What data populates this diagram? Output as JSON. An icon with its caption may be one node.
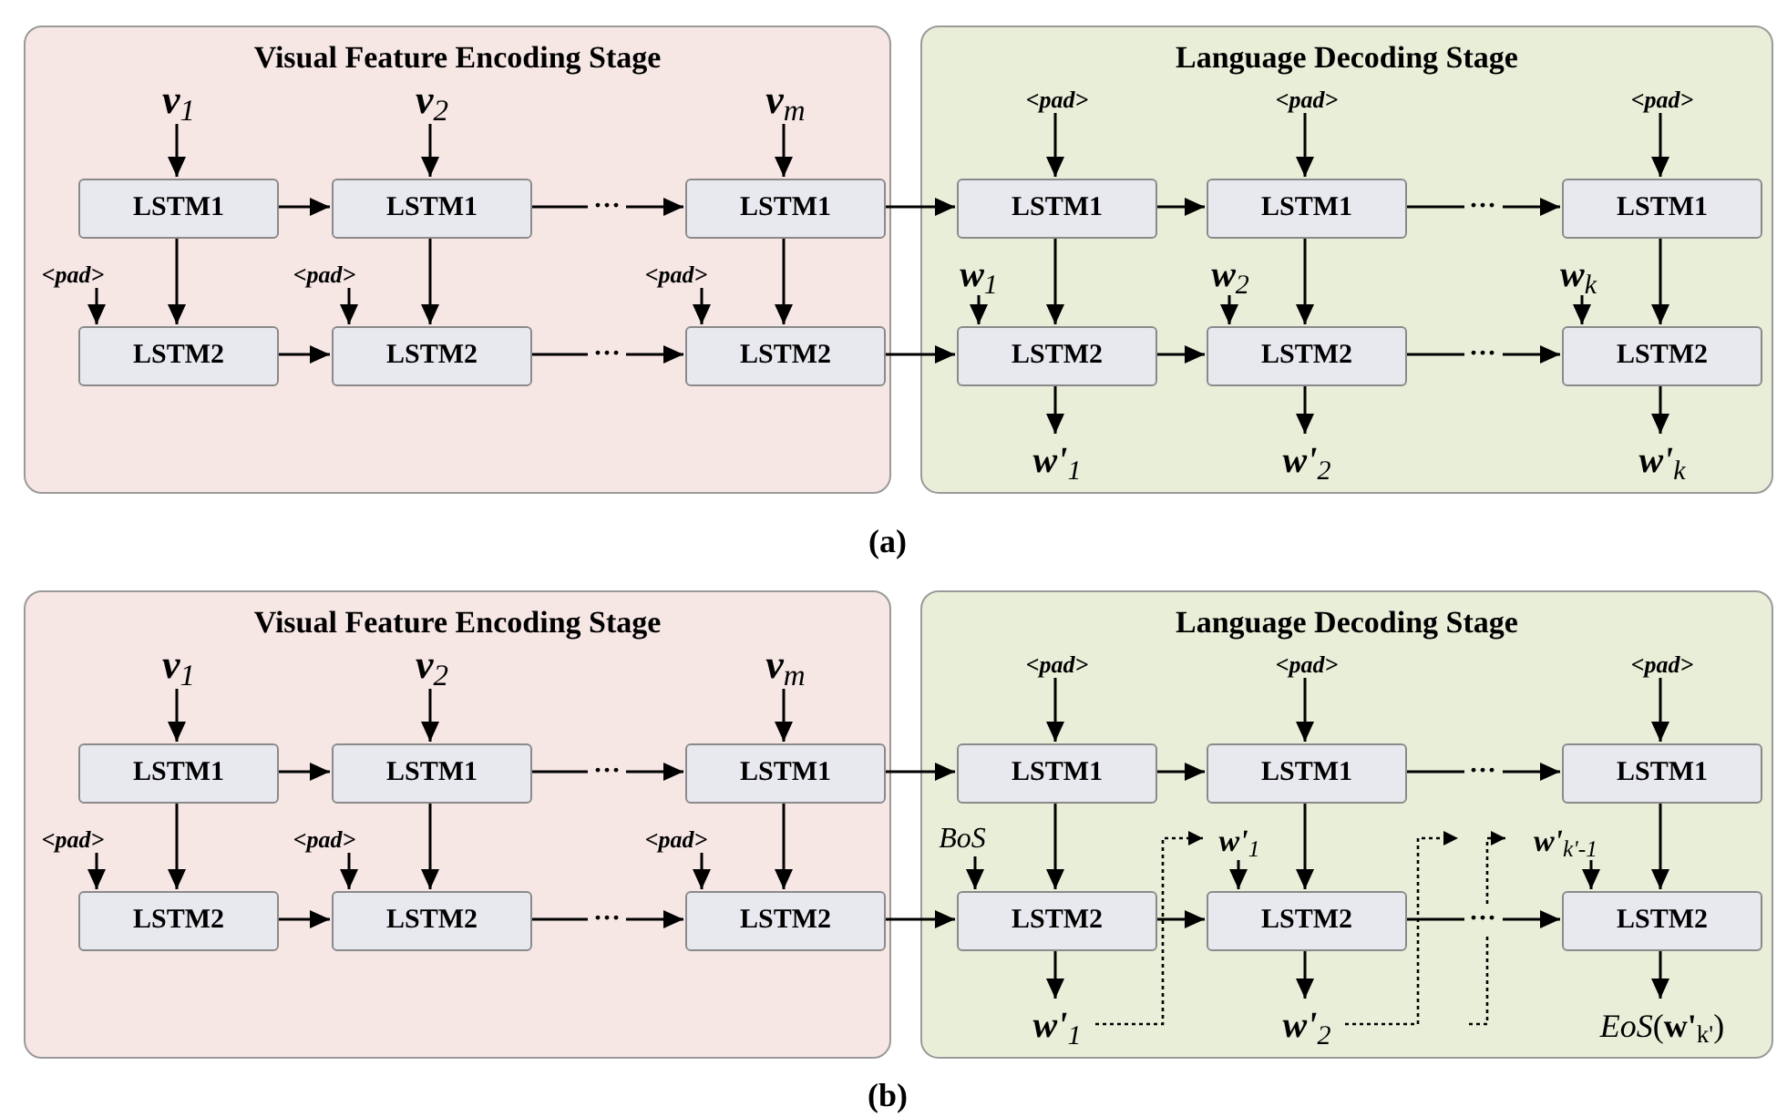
{
  "diagram": {
    "nodes": [
      {
        "text": [
          "Visual Feature Encoding Stage"
        ]
      },
      {
        "text": [
          "**v**$_{1}$"
        ],
        "in": 0
      },
      {
        "text": [
          "**v**$_{2}$"
        ],
        "in": 0
      },
      {
        "text": [
          "**v**$_{m}$"
        ],
        "in": 0
      },
      {
        "text": [
          "LSTM1"
        ],
        "in": 0
      },
      {
        "text": [
          "LSTM1"
        ],
        "in": 0
      },
      {
        "text": [
          "LSTM1"
        ],
        "in": 0
      },
      {
        "text": [
          "<pad>"
        ],
        "in": 0
      },
      {
        "text": [
          "<pad>"
        ],
        "in": 0
      },
      {
        "text": [
          "<pad>"
        ],
        "in": 0
      },
      {
        "text": [
          "LSTM2"
        ],
        "in": 0
      },
      {
        "text": [
          "LSTM2"
        ],
        "in": 0
      },
      {
        "text": [
          "LSTM2"
        ],
        "in": 0
      },
      {
        "text": [
          "Language Decoding Stage"
        ]
      },
      {
        "text": [
          "<pad>"
        ],
        "in": 13
      },
      {
        "text": [
          "<pad>"
        ],
        "in": 13
      },
      {
        "text": [
          "<pad>"
        ],
        "in": 13
      },
      {
        "text": [
          "LSTM1"
        ],
        "in": 13
      },
      {
        "text": [
          "LSTM1"
        ],
        "in": 13
      },
      {
        "text": [
          "LSTM1"
        ],
        "in": 13
      },
      {
        "text": [
          "**w**$_{1}$"
        ],
        "in": 13
      },
      {
        "text": [
          "**w**$_{2}$"
        ],
        "in": 13
      },
      {
        "text": [
          "**w**$_{k}$"
        ],
        "in": 13
      },
      {
        "text": [
          "LSTM2"
        ],
        "in": 13
      },
      {
        "text": [
          "LSTM2"
        ],
        "in": 13
      },
      {
        "text": [
          "LSTM2"
        ],
        "in": 13
      },
      {
        "text": [
          "**w'**$_{1}$"
        ],
        "in": 13
      },
      {
        "text": [
          "**w'**$_{2}$"
        ],
        "in": 13
      },
      {
        "text": [
          "**w'**$_{k}$"
        ],
        "in": 13
      },
      {
        "text": [
          "Visual Feature Encoding Stage"
        ]
      },
      {
        "text": [
          "**v**$_{1}$"
        ],
        "in": 29
      },
      {
        "text": [
          "**v**$_{2}$"
        ],
        "in": 29
      },
      {
        "text": [
          "**v**$_{m}$"
        ],
        "in": 29
      },
      {
        "text": [
          "LSTM1"
        ],
        "in": 29
      },
      {
        "text": [
          "LSTM1"
        ],
        "in": 29
      },
      {
        "text": [
          "LSTM1"
        ],
        "in": 29
      },
      {
        "text": [
          "<pad>"
        ],
        "in": 29
      },
      {
        "text": [
          "<pad>"
        ],
        "in": 29
      },
      {
        "text": [
          "<pad>"
        ],
        "in": 29
      },
      {
        "text": [
          "LSTM2"
        ],
        "in": 29
      },
      {
        "text": [
          "LSTM2"
        ],
        "in": 29
      },
      {
        "text": [
          "LSTM2"
        ],
        "in": 29
      },
      {
        "text": [
          "Language Decoding Stage"
        ]
      },
      {
        "text": [
          "<pad>"
        ],
        "in": 42
      },
      {
        "text": [
          "<pad>"
        ],
        "in": 42
      },
      {
        "text": [
          "<pad>"
        ],
        "in": 42
      },
      {
        "text": [
          "LSTM1"
        ],
        "in": 42
      },
      {
        "text": [
          "LSTM1"
        ],
        "in": 42
      },
      {
        "text": [
          "LSTM1"
        ],
        "in": 42
      },
      {
        "text": [
          "BoS"
        ],
        "in": 42
      },
      {
        "text": [
          "**w'**$_{1}$"
        ],
        "in": 42
      },
      {
        "text": [
          "**w'**$_{k'-1}$"
        ],
        "in": 42
      },
      {
        "text": [
          "LSTM2"
        ],
        "in": 42
      },
      {
        "text": [
          "LSTM2"
        ],
        "in": 42
      },
      {
        "text": [
          "LSTM2"
        ],
        "in": 42
      },
      {
        "text": [
          "**w'**$_{1}$"
        ],
        "in": 42
      },
      {
        "text": [
          "**w'**$_{2}$"
        ],
        "in": 42
      },
      {
        "text": [
          "*EoS*(**w'**$_{k'}$)"
        ],
        "in": 42
      }
    ],
    "edges": [
      {
        "from": 1,
        "to": 4,
        "arrow": "to"
      },
      {
        "from": 2,
        "to": 5,
        "arrow": "to"
      },
      {
        "from": 3,
        "to": 6,
        "arrow": "to"
      },
      {
        "from": 4,
        "to": 5,
        "arrow": "to"
      },
      {
        "from": 5,
        "to": 6,
        "arrow": "to",
        "label": "···"
      },
      {
        "from": 4,
        "to": 10,
        "arrow": "to"
      },
      {
        "from": 5,
        "to": 11,
        "arrow": "to"
      },
      {
        "from": 6,
        "to": 12,
        "arrow": "to"
      },
      {
        "from": 7,
        "to": 10,
        "arrow": "to"
      },
      {
        "from": 8,
        "to": 11,
        "arrow": "to"
      },
      {
        "from": 9,
        "to": 12,
        "arrow": "to"
      },
      {
        "from": 10,
        "to": 11,
        "arrow": "to"
      },
      {
        "from": 11,
        "to": 12,
        "arrow": "to",
        "label": "···"
      },
      {
        "from": 6,
        "to": 17,
        "arrow": "to"
      },
      {
        "from": 12,
        "to": 23,
        "arrow": "to"
      },
      {
        "from": 14,
        "to": 17,
        "arrow": "to"
      },
      {
        "from": 15,
        "to": 18,
        "arrow": "to"
      },
      {
        "from": 16,
        "to": 19,
        "arrow": "to"
      },
      {
        "from": 17,
        "to": 18,
        "arrow": "to"
      },
      {
        "from": 18,
        "to": 19,
        "arrow": "to",
        "label": "···"
      },
      {
        "from": 17,
        "to": 23,
        "arrow": "to"
      },
      {
        "from": 18,
        "to": 24,
        "arrow": "to"
      },
      {
        "from": 19,
        "to": 25,
        "arrow": "to"
      },
      {
        "from": 20,
        "to": 23,
        "arrow": "to"
      },
      {
        "from": 21,
        "to": 24,
        "arrow": "to"
      },
      {
        "from": 22,
        "to": 25,
        "arrow": "to"
      },
      {
        "from": 23,
        "to": 24,
        "arrow": "to"
      },
      {
        "from": 24,
        "to": 25,
        "arrow": "to",
        "label": "···"
      },
      {
        "from": 23,
        "to": 26,
        "arrow": "to"
      },
      {
        "from": 24,
        "to": 27,
        "arrow": "to"
      },
      {
        "from": 25,
        "to": 28,
        "arrow": "to"
      },
      {
        "from": 30,
        "to": 33,
        "arrow": "to"
      },
      {
        "from": 31,
        "to": 34,
        "arrow": "to"
      },
      {
        "from": 32,
        "to": 35,
        "arrow": "to"
      },
      {
        "from": 33,
        "to": 34,
        "arrow": "to"
      },
      {
        "from": 34,
        "to": 35,
        "arrow": "to",
        "label": "···"
      },
      {
        "from": 33,
        "to": 39,
        "arrow": "to"
      },
      {
        "from": 34,
        "to": 40,
        "arrow": "to"
      },
      {
        "from": 35,
        "to": 41,
        "arrow": "to"
      },
      {
        "from": 36,
        "to": 39,
        "arrow": "to"
      },
      {
        "from": 37,
        "to": 40,
        "arrow": "to"
      },
      {
        "from": 38,
        "to": 41,
        "arrow": "to"
      },
      {
        "from": 39,
        "to": 40,
        "arrow": "to"
      },
      {
        "from": 40,
        "to": 41,
        "arrow": "to",
        "label": "···"
      },
      {
        "from": 35,
        "to": 46,
        "arrow": "to"
      },
      {
        "from": 41,
        "to": 52,
        "arrow": "to"
      },
      {
        "from": 43,
        "to": 46,
        "arrow": "to"
      },
      {
        "from": 44,
        "to": 47,
        "arrow": "to"
      },
      {
        "from": 45,
        "to": 48,
        "arrow": "to"
      },
      {
        "from": 46,
        "to": 47,
        "arrow": "to"
      },
      {
        "from": 47,
        "to": 48,
        "arrow": "to",
        "label": "···"
      },
      {
        "from": 46,
        "to": 52,
        "arrow": "to"
      },
      {
        "from": 47,
        "to": 53,
        "arrow": "to"
      },
      {
        "from": 48,
        "to": 54,
        "arrow": "to"
      },
      {
        "from": 49,
        "to": 52,
        "arrow": "to"
      },
      {
        "from": 50,
        "to": 53,
        "arrow": "to"
      },
      {
        "from": 51,
        "to": 54,
        "arrow": "to"
      },
      {
        "from": 52,
        "to": 53,
        "arrow": "to"
      },
      {
        "from": 53,
        "to": 54,
        "arrow": "to",
        "label": "···"
      },
      {
        "from": 52,
        "to": 55,
        "arrow": "to"
      },
      {
        "from": 53,
        "to": 56,
        "arrow": "to"
      },
      {
        "from": 54,
        "to": 57,
        "arrow": "to"
      },
      {
        "from": 55,
        "to": 50,
        "arrow": "to",
        "style": "dashed"
      },
      {
        "from": 56,
        "to": null,
        "arrow": "to",
        "style": "dashed"
      },
      {
        "from": null,
        "to": 51,
        "arrow": "to",
        "style": "dashed"
      }
    ],
    "labels": [
      "(a)",
      "(b)"
    ]
  }
}
